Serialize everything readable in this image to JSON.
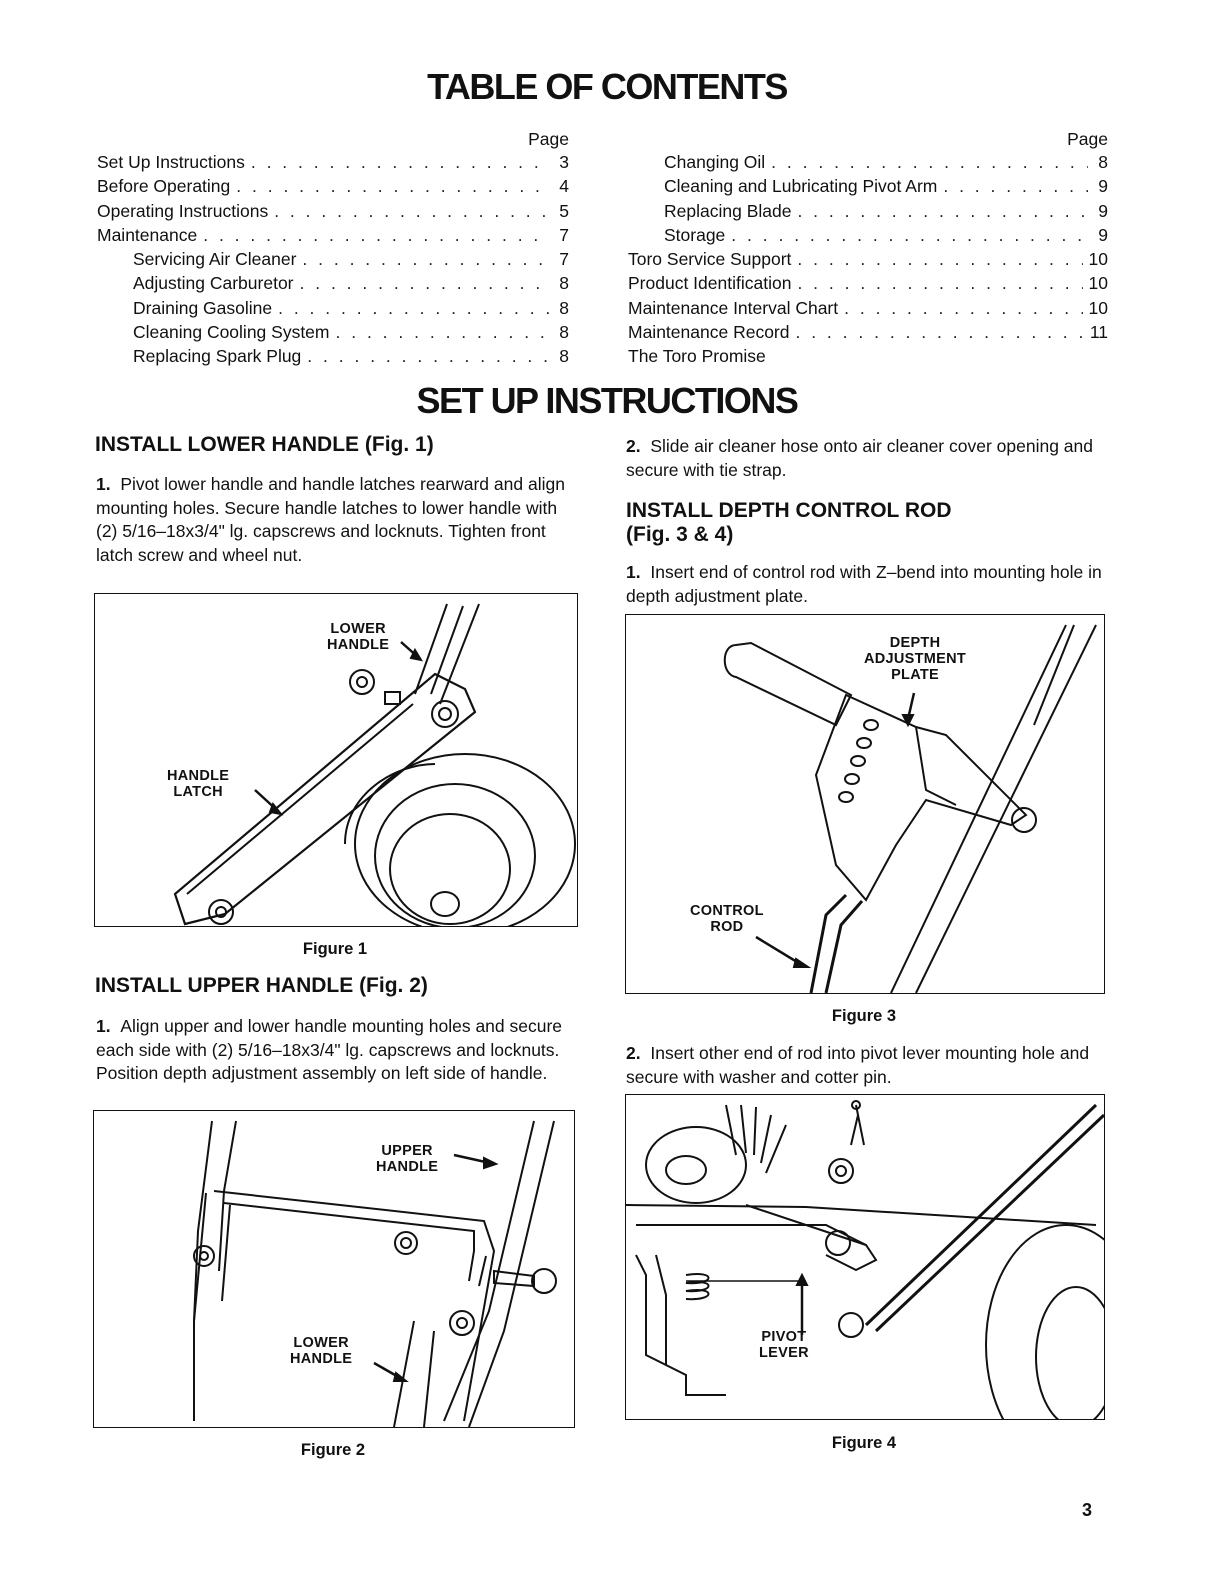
{
  "toc": {
    "title": "TABLE OF CONTENTS",
    "page_header": "Page",
    "left": [
      {
        "label": "Set Up Instructions",
        "page": "3",
        "indent": false
      },
      {
        "label": "Before Operating",
        "page": "4",
        "indent": false
      },
      {
        "label": "Operating Instructions",
        "page": "5",
        "indent": false
      },
      {
        "label": "Maintenance",
        "page": "7",
        "indent": false
      },
      {
        "label": "Servicing Air Cleaner",
        "page": "7",
        "indent": true
      },
      {
        "label": "Adjusting Carburetor",
        "page": "8",
        "indent": true
      },
      {
        "label": "Draining Gasoline",
        "page": "8",
        "indent": true
      },
      {
        "label": "Cleaning Cooling System",
        "page": "8",
        "indent": true
      },
      {
        "label": "Replacing Spark Plug",
        "page": "8",
        "indent": true
      }
    ],
    "right": [
      {
        "label": "Changing Oil",
        "page": "8",
        "indent": true
      },
      {
        "label": "Cleaning and Lubricating Pivot Arm",
        "page": "9",
        "indent": true
      },
      {
        "label": "Replacing Blade",
        "page": "9",
        "indent": true
      },
      {
        "label": "Storage",
        "page": "9",
        "indent": true
      },
      {
        "label": "Toro Service Support",
        "page": "10",
        "indent": false
      },
      {
        "label": "Product Identification",
        "page": "10",
        "indent": false
      },
      {
        "label": "Maintenance Interval Chart",
        "page": "10",
        "indent": false
      },
      {
        "label": "Maintenance Record",
        "page": "11",
        "indent": false
      },
      {
        "label": "The Toro Promise",
        "page": "",
        "indent": false
      }
    ]
  },
  "setup": {
    "title": "SET UP INSTRUCTIONS",
    "lower_handle": {
      "heading": "INSTALL LOWER HANDLE (Fig. 1)",
      "step_num": "1.",
      "step_text": "Pivot lower handle and handle latches rearward and align mounting holes. Secure handle latches to lower handle with (2) 5/16–18x3/4\" lg. capscrews and locknuts. Tighten front latch screw and wheel nut."
    },
    "figure1": {
      "caption": "Figure 1",
      "callout_lower_handle_1": "LOWER",
      "callout_lower_handle_2": "HANDLE",
      "callout_latch_1": "HANDLE",
      "callout_latch_2": "LATCH"
    },
    "upper_handle": {
      "heading": "INSTALL UPPER HANDLE (Fig. 2)",
      "step_num": "1.",
      "step_text": "Align upper and lower handle mounting holes and secure each side with (2) 5/16–18x3/4\" lg. capscrews and locknuts. Position depth adjustment assembly on left side of handle."
    },
    "figure2": {
      "caption": "Figure 2",
      "callout_upper_1": "UPPER",
      "callout_upper_2": "HANDLE",
      "callout_lower_1": "LOWER",
      "callout_lower_2": "HANDLE"
    },
    "air_cleaner": {
      "step_num": "2.",
      "step_text": "Slide air cleaner hose onto air cleaner cover opening and secure with tie strap."
    },
    "depth_rod": {
      "heading_1": "INSTALL DEPTH CONTROL ROD",
      "heading_2": "(Fig. 3 & 4)",
      "step1_num": "1.",
      "step1_text": "Insert end of control rod with Z–bend into mounting hole in depth adjustment plate.",
      "step2_num": "2.",
      "step2_text": "Insert other end of rod into pivot lever mounting hole and secure with washer and cotter pin."
    },
    "figure3": {
      "caption": "Figure 3",
      "callout_depth_1": "DEPTH",
      "callout_depth_2": "ADJUSTMENT",
      "callout_depth_3": "PLATE",
      "callout_rod_1": "CONTROL",
      "callout_rod_2": "ROD"
    },
    "figure4": {
      "caption": "Figure 4",
      "callout_pivot_1": "PIVOT",
      "callout_pivot_2": "LEVER"
    }
  },
  "page_number": "3"
}
